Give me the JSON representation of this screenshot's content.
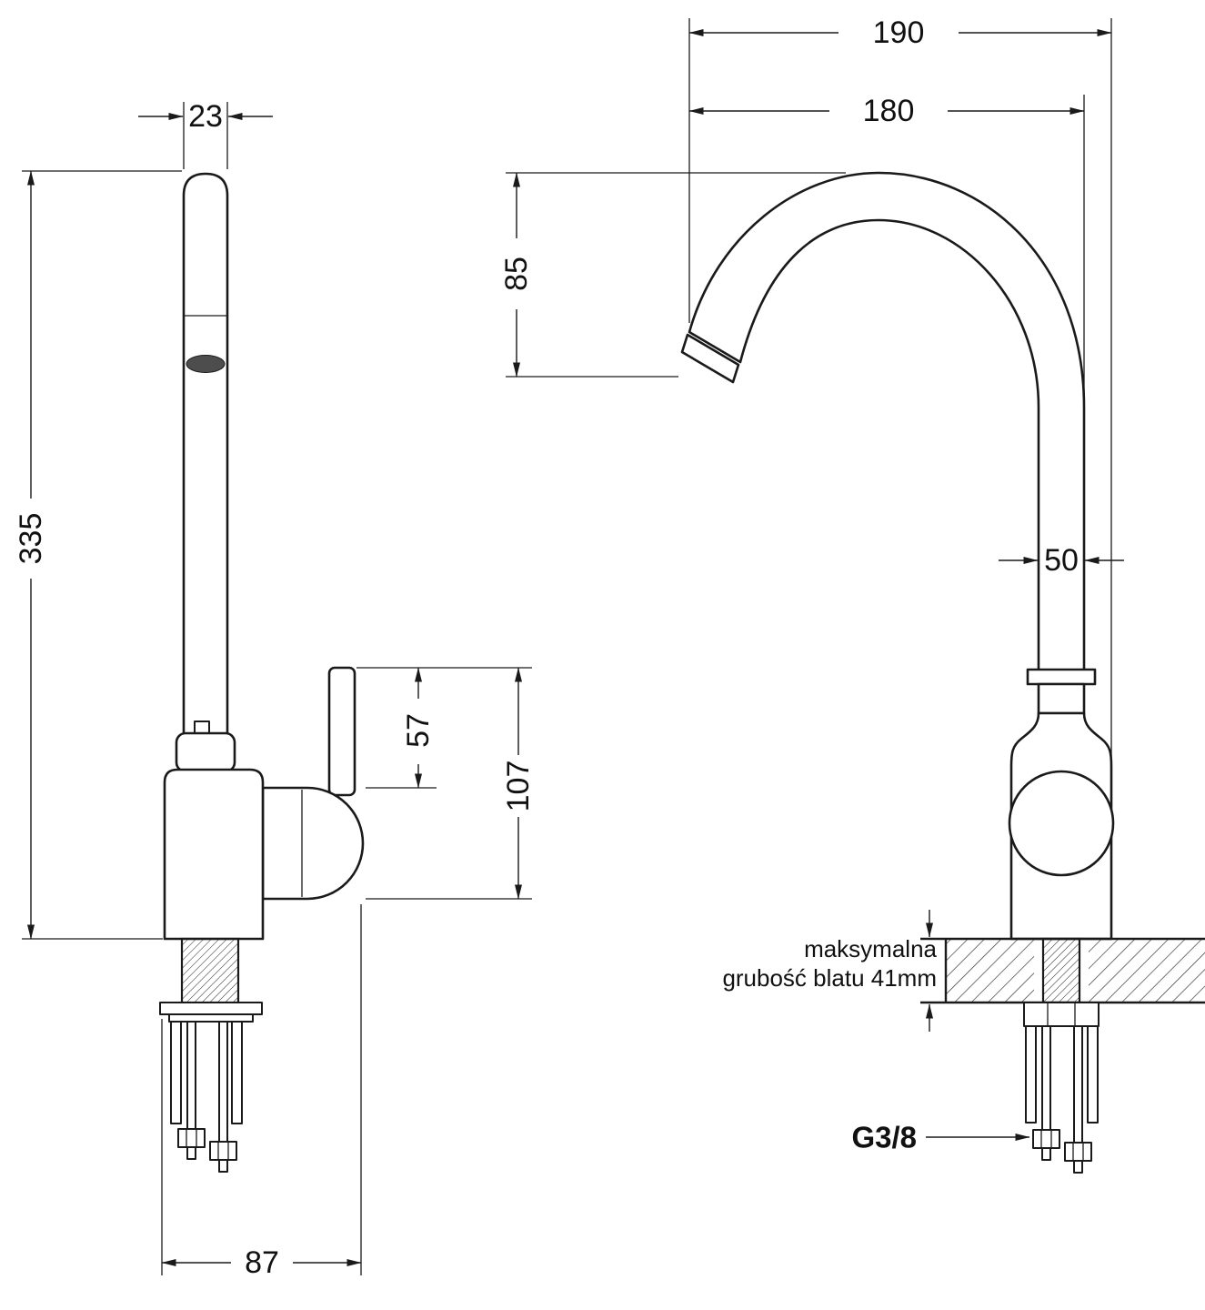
{
  "drawing": {
    "type": "technical-dimension-drawing",
    "subject": "kitchen faucet (tap), two orthographic views",
    "background": "#ffffff",
    "line_color": "#1a1a1a"
  },
  "left_view": {
    "name": "side view",
    "dim_spout_width": "23",
    "dim_total_height": "335",
    "dim_lever_height": "57",
    "dim_body_height": "107",
    "dim_base_depth": "87"
  },
  "right_view": {
    "name": "front view",
    "dim_overall_reach": "190",
    "dim_spout_reach": "180",
    "dim_spout_drop": "85",
    "dim_pipe_width": "50",
    "note_line1": "maksymalna",
    "note_line2": "grubość blatu 41mm",
    "thread_label": "G3/8"
  }
}
